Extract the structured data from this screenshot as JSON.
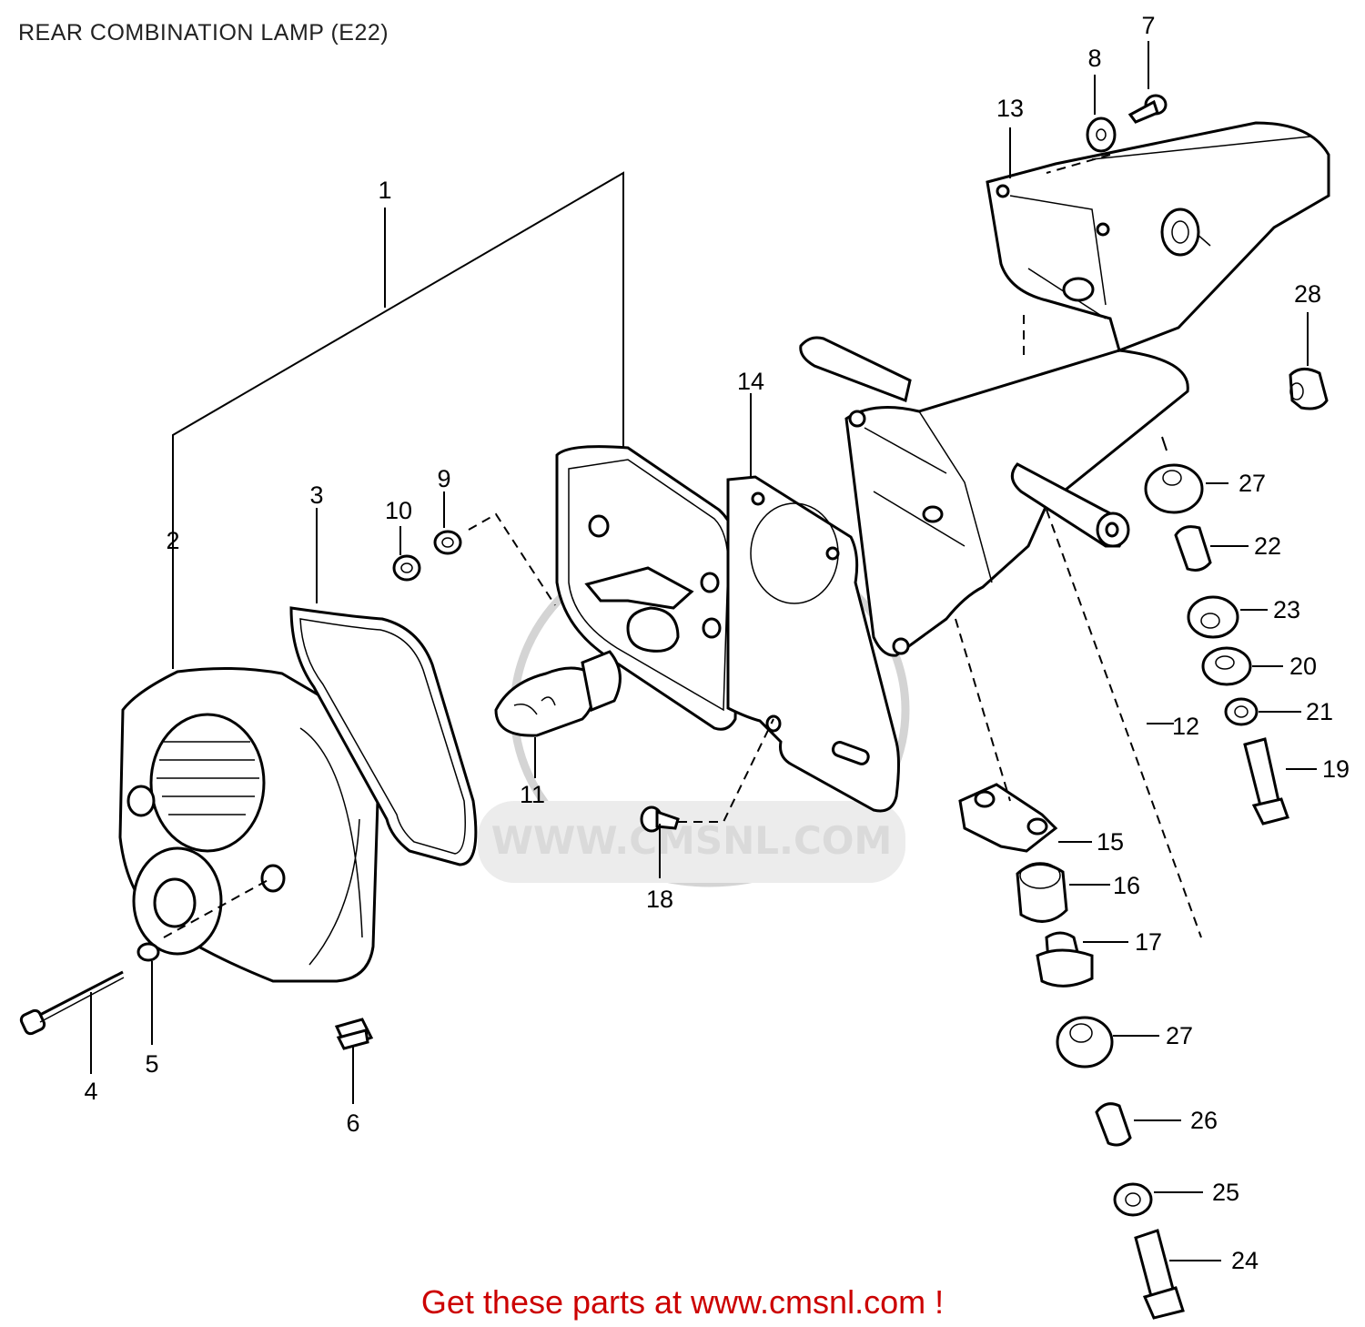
{
  "title": "REAR COMBINATION LAMP (E22)",
  "watermark": "WWW.CMSNL.COM",
  "footer": "Get these parts at www.cmsnl.com !",
  "colors": {
    "footer": "#cc0000",
    "line": "#000000",
    "watermark": "#d4d4d4"
  },
  "callouts": [
    "1",
    "2",
    "3",
    "4",
    "5",
    "6",
    "7",
    "8",
    "9",
    "10",
    "11",
    "12",
    "13",
    "14",
    "15",
    "16",
    "17",
    "18",
    "19",
    "20",
    "21",
    "22",
    "23",
    "24",
    "25",
    "26",
    "27",
    "27",
    "28"
  ]
}
